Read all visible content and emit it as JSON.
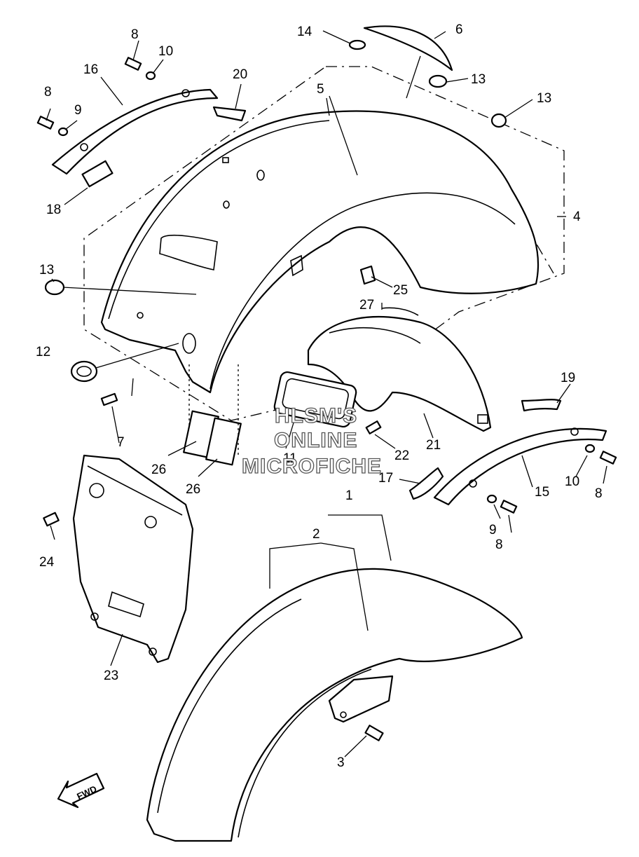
{
  "callouts": {
    "c1": "1",
    "c2": "2",
    "c3": "3",
    "c4": "4",
    "c5": "5",
    "c6": "6",
    "c7": "7",
    "c8a": "8",
    "c8b": "8",
    "c8c": "8",
    "c8d": "8",
    "c9a": "9",
    "c9b": "9",
    "c10a": "10",
    "c10b": "10",
    "c11": "11",
    "c12": "12",
    "c13a": "13",
    "c13b": "13",
    "c13c": "13",
    "c14": "14",
    "c15": "15",
    "c16": "16",
    "c17": "17",
    "c18": "18",
    "c19": "19",
    "c20": "20",
    "c21": "21",
    "c22": "22",
    "c23": "23",
    "c24": "24",
    "c25": "25",
    "c26a": "26",
    "c26b": "26",
    "c27": "27"
  },
  "watermark": {
    "line1": "HLSM'S",
    "line2": "ONLINE",
    "line3": "MICROFICHE"
  },
  "direction_badge": {
    "text": "FWD"
  }
}
